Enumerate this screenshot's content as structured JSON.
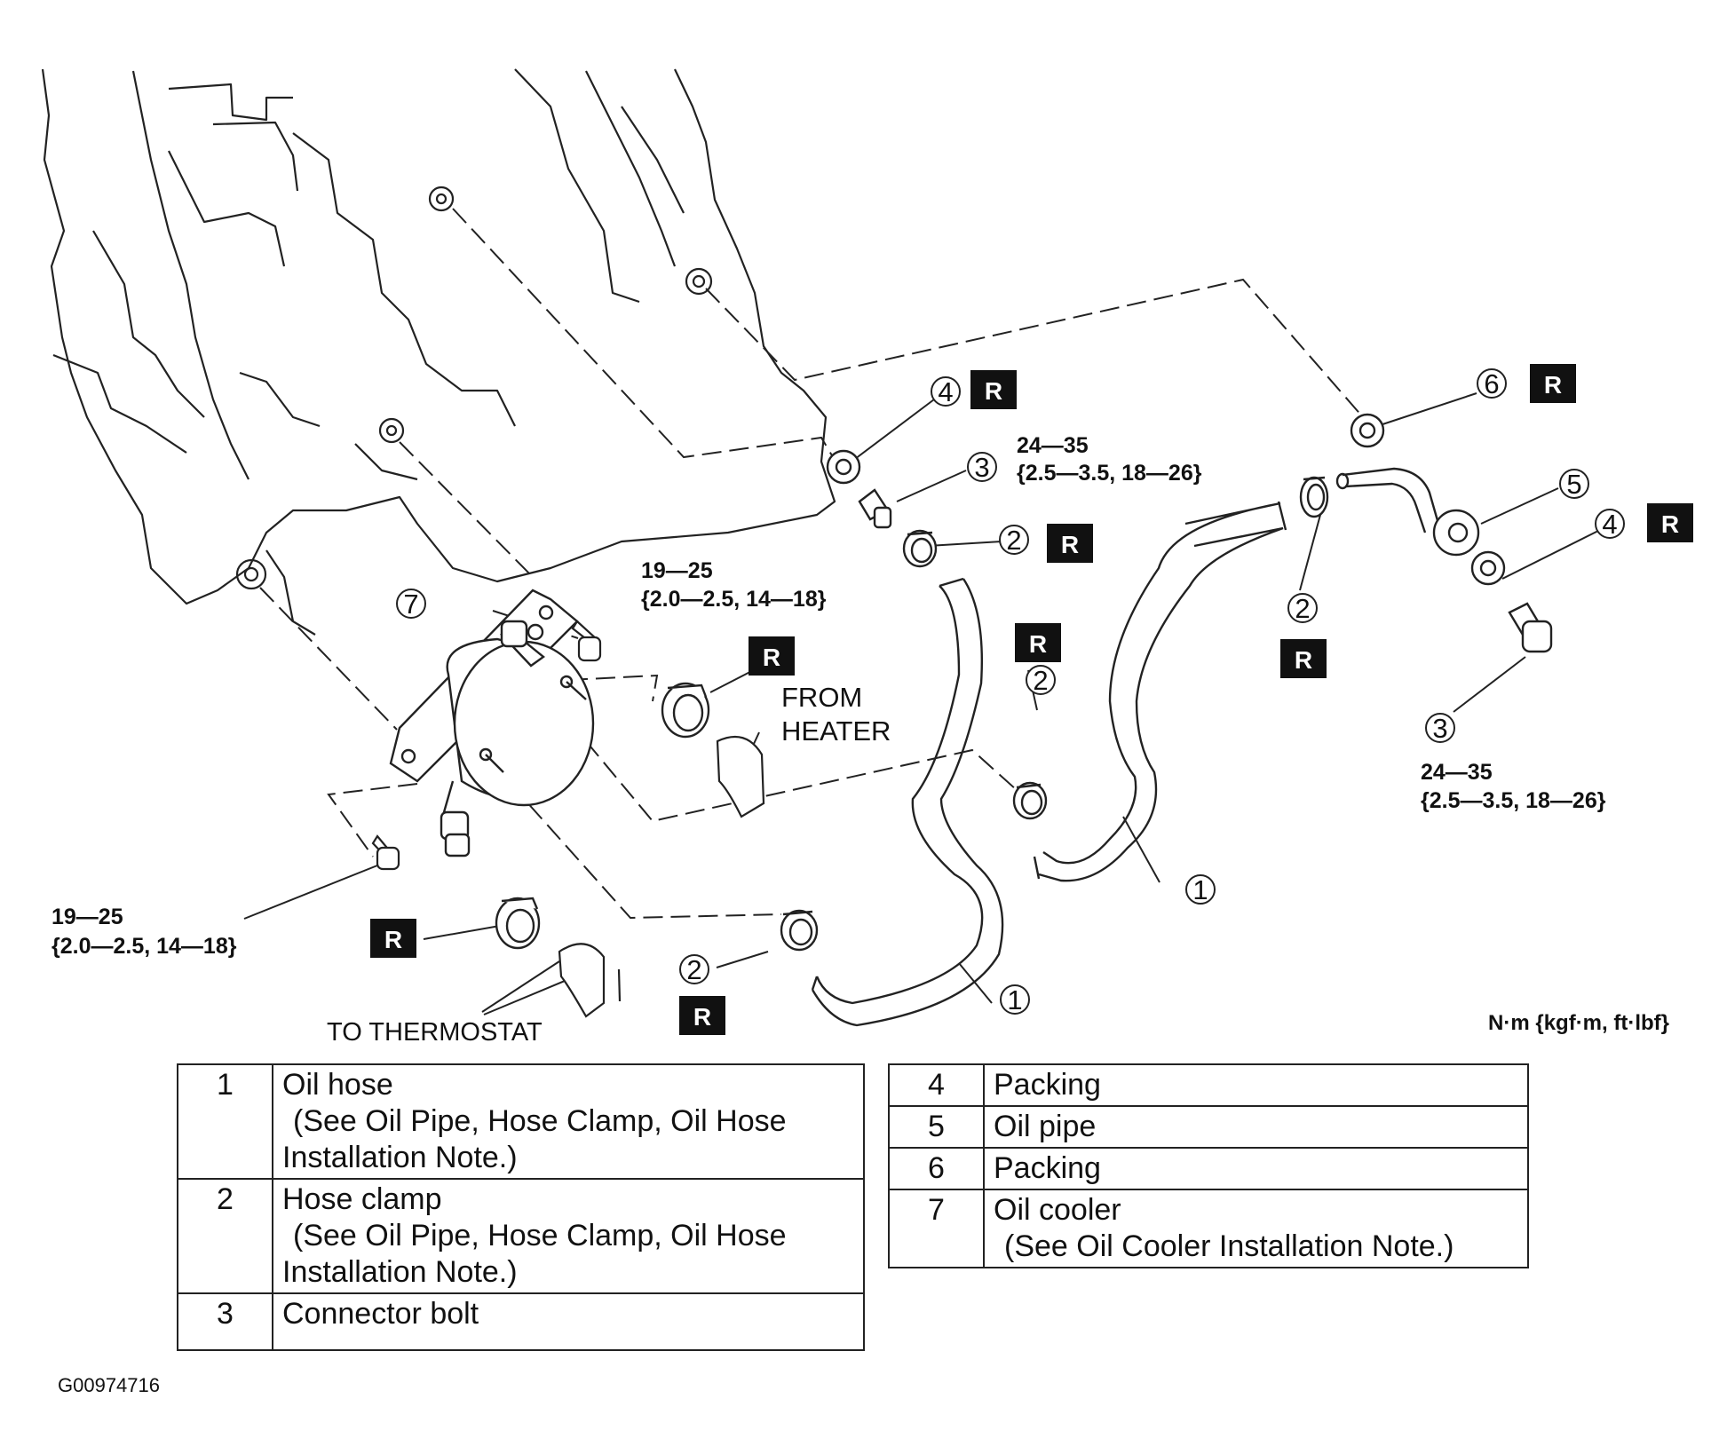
{
  "callouts": {
    "c1a": "1",
    "c1b": "1",
    "c2a": "2",
    "c2b": "2",
    "c2c": "2",
    "c2d": "2",
    "c3a": "3",
    "c3b": "3",
    "c4a": "4",
    "c4b": "4",
    "c5": "5",
    "c6": "6",
    "c7": "7"
  },
  "reuse_badge": "R",
  "torque_specs": {
    "connector_bolt_upper": {
      "nm": "24—35",
      "detail": "{2.5—3.5,  18—26}"
    },
    "connector_bolt_right": {
      "nm": "24—35",
      "detail": "{2.5—3.5,  18—26}"
    },
    "cooler_bolt_upper": {
      "nm": "19—25",
      "detail": "{2.0—2.5,  14—18}"
    },
    "cooler_bolt_lower": {
      "nm": "19—25",
      "detail": "{2.0—2.5,  14—18}"
    }
  },
  "labels": {
    "from_heater_line1": "FROM",
    "from_heater_line2": "HEATER",
    "to_thermostat": "TO THERMOSTAT",
    "units": "N·m {kgf·m, ft·lbf}"
  },
  "legend_left": [
    {
      "num": "1",
      "name": "Oil hose",
      "note_line1": "(See  Oil Pipe, Hose Clamp, Oil Hose",
      "note_line2": "Installation Note.)"
    },
    {
      "num": "2",
      "name": "Hose clamp",
      "note_line1": "(See  Oil Pipe, Hose Clamp, Oil Hose",
      "note_line2": "Installation Note.)"
    },
    {
      "num": "3",
      "name": "Connector bolt"
    }
  ],
  "legend_right": [
    {
      "num": "4",
      "name": "Packing"
    },
    {
      "num": "5",
      "name": "Oil pipe"
    },
    {
      "num": "6",
      "name": "Packing"
    },
    {
      "num": "7",
      "name": "Oil cooler",
      "note_line1": "(See  Oil Cooler Installation Note.)"
    }
  ],
  "figure_id": "G00974716"
}
